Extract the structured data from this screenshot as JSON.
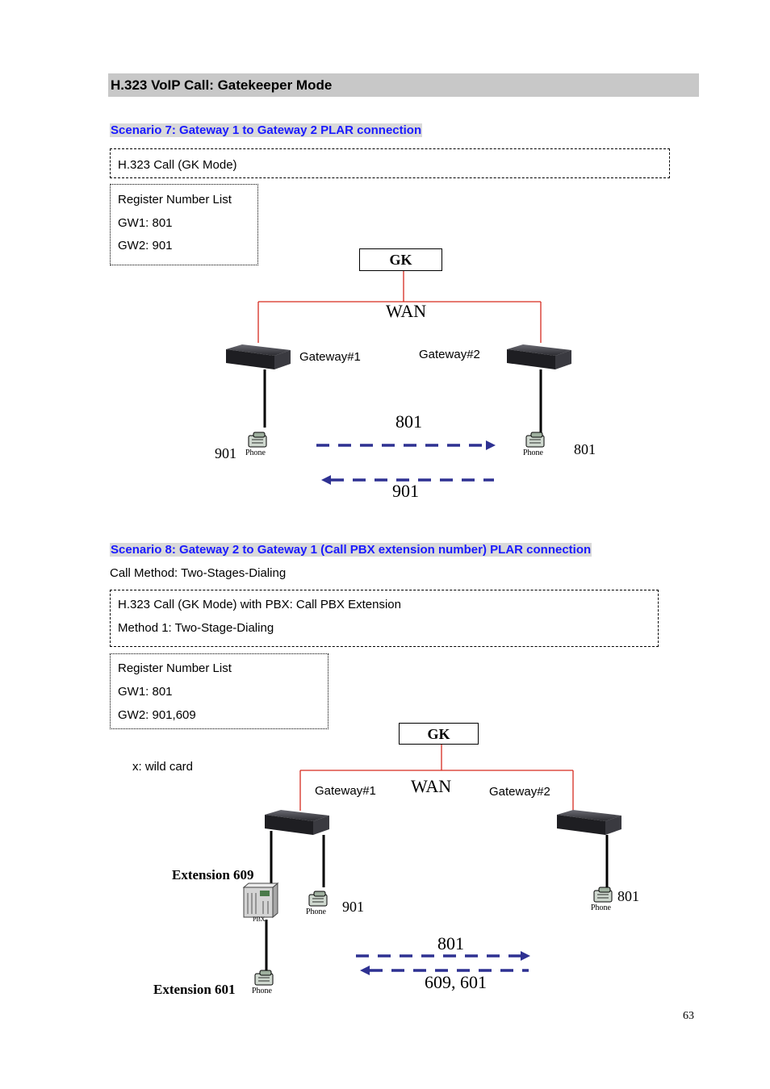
{
  "section": {
    "title": "H.323 VoIP Call: Gatekeeper Mode"
  },
  "scenario7": {
    "title": "Scenario 7: Gateway 1 to Gateway 2 PLAR connection",
    "call_box": "H.323 Call (GK Mode)",
    "register": {
      "title": "Register Number List",
      "gw1": "GW1: 801",
      "gw2": "GW2: 901"
    },
    "gk_label": "GK",
    "wan_label": "WAN",
    "gateway1_label": "Gateway#1",
    "gateway2_label": "Gateway#2",
    "phone_label": "Phone",
    "left_number": "901",
    "right_number": "801",
    "arrow_right_label": "801",
    "arrow_left_label": "901"
  },
  "scenario8": {
    "title": "Scenario 8: Gateway 2 to Gateway 1 (Call PBX extension number) PLAR connection",
    "call_method": "Call Method: Two-Stages-Dialing",
    "call_box_line1": "H.323 Call (GK Mode) with PBX: Call PBX Extension",
    "call_box_line2": "Method 1: Two-Stage-Dialing",
    "register": {
      "title": "Register Number List",
      "gw1": "GW1: 801",
      "gw2": "GW2: 901,609"
    },
    "wildcard_note": "x: wild card",
    "gk_label": "GK",
    "wan_label": "WAN",
    "gateway1_label": "Gateway#1",
    "gateway2_label": "Gateway#2",
    "extension_609": "Extension 609",
    "extension_601": "Extension 601",
    "pbx_label": "PBX",
    "phone_label": "Phone",
    "phone_901": "901",
    "phone_801": "801",
    "arrow_right_label": "801",
    "arrow_left_label": "609, 601"
  },
  "page_number": "63",
  "colors": {
    "link_line": "#d62b1f",
    "arrow": "#2e3192",
    "scenario_text": "#1a1aff",
    "section_bar": "#c8c8c8"
  }
}
